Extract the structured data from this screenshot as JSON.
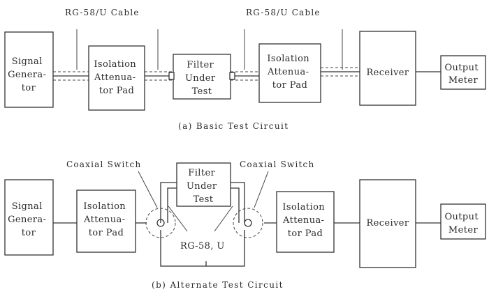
{
  "circuit_a": {
    "caption": "(a) Basic Test Circuit",
    "cable_label_left": "RG-58/U Cable",
    "cable_label_right": "RG-58/U Cable",
    "signal_generator": [
      "Signal",
      "Genera-",
      "tor"
    ],
    "isolation_pad_1": [
      "Isolation",
      "Attenua-",
      "tor Pad"
    ],
    "filter": [
      "Filter",
      "Under",
      "Test"
    ],
    "isolation_pad_2": [
      "Isolation",
      "Attenua-",
      "tor Pad"
    ],
    "receiver": [
      "Receiver"
    ],
    "output_meter": [
      "Output",
      "Meter"
    ]
  },
  "circuit_b": {
    "caption": "(b) Alternate Test Circuit",
    "switch_label_left": "Coaxial Switch",
    "switch_label_right": "Coaxial Switch",
    "cable_label": "RG-58, U",
    "signal_generator": [
      "Signal",
      "Genera-",
      "tor"
    ],
    "isolation_pad_1": [
      "Isolation",
      "Attenua-",
      "tor Pad"
    ],
    "filter": [
      "Filter",
      "Under",
      "Test"
    ],
    "isolation_pad_2": [
      "Isolation",
      "Attenua-",
      "tor Pad"
    ],
    "receiver": [
      "Receiver"
    ],
    "output_meter": [
      "Output",
      "Meter"
    ]
  }
}
